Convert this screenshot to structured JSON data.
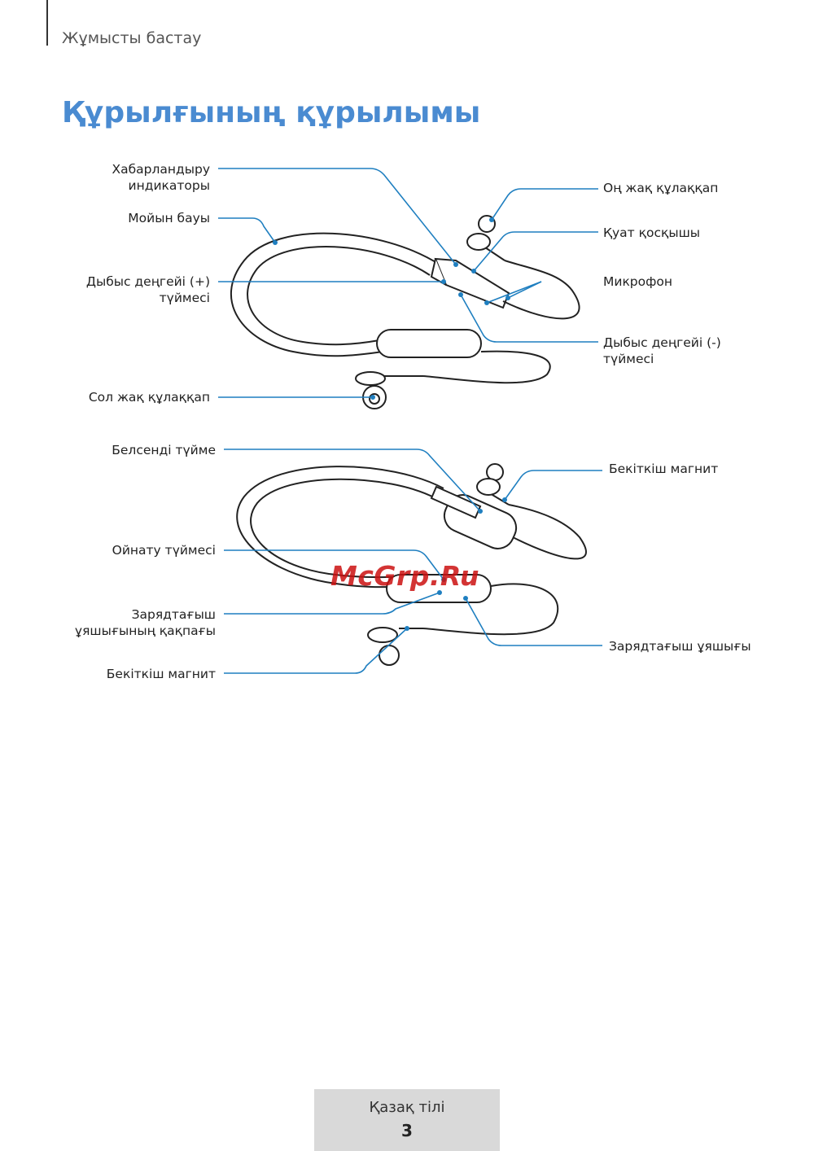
{
  "header": {
    "section_title": "Жұмысты бастау"
  },
  "page": {
    "title": "Құрылғының құрылымы"
  },
  "diagram1": {
    "labels": {
      "notification_indicator": "Хабарландыру\nиндикаторы",
      "neckband": "Мойын бауы",
      "volume_up": "Дыбыс деңгейі (+)\nтүймесі",
      "left_earbud": "Сол жақ құлаққап",
      "right_earbud": "Оң жақ құлаққап",
      "power_switch": "Қуат қосқышы",
      "microphone": "Микрофон",
      "volume_down": "Дыбыс деңгейі (-)\nтүймесі"
    }
  },
  "diagram2": {
    "labels": {
      "active_button": "Белсенді түйме",
      "play_button": "Ойнату түймесі",
      "charging_port_cover": "Зарядтағыш\nұяшығының қақпағы",
      "fixing_magnet_left": "Бекіткіш магнит",
      "fixing_magnet_right": "Бекіткіш магнит",
      "charging_port": "Зарядтағыш ұяшығы"
    }
  },
  "watermark": "McGrp.Ru",
  "footer": {
    "language": "Қазақ тілі",
    "page_number": "3"
  },
  "colors": {
    "accent": "#4a8bd1",
    "leader_line": "#1f7fc0",
    "watermark": "#cc1111"
  }
}
